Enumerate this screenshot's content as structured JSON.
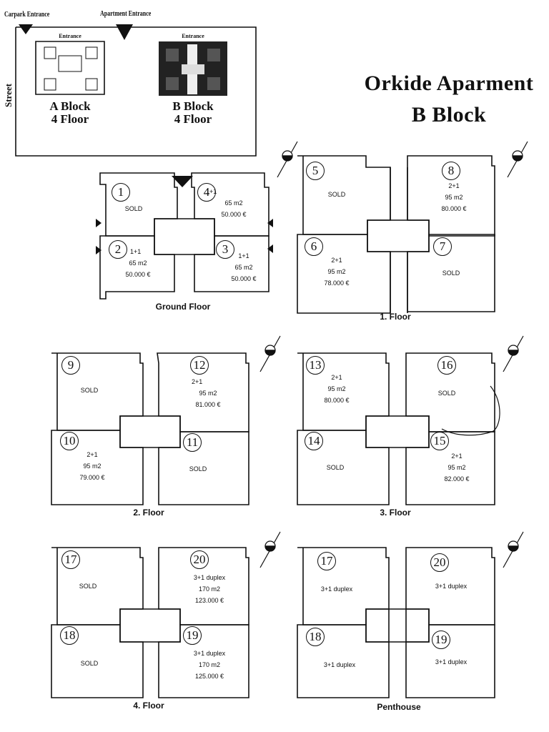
{
  "title": {
    "line1": "Orkide Aparment",
    "line2": "B Block"
  },
  "site": {
    "carpark_entrance": "Carpark Entrance",
    "apartment_entrance": "Apartment Entrance",
    "street": "Street",
    "block_a": {
      "entrance": "Entrance",
      "name": "A Block",
      "floors": "4 Floor"
    },
    "block_b": {
      "entrance": "Entrance",
      "name": "B Block",
      "floors": "4 Floor"
    }
  },
  "plans": {
    "ground": {
      "label": "Ground Floor",
      "units": [
        {
          "no": "1",
          "lines": [
            "SOLD"
          ]
        },
        {
          "no": "4",
          "lines": [
            "1+1",
            "65 m2",
            "50.000 €"
          ]
        },
        {
          "no": "2",
          "lines": [
            "1+1",
            "65 m2",
            "50.000 €"
          ]
        },
        {
          "no": "3",
          "lines": [
            "1+1",
            "65 m2",
            "50.000 €"
          ]
        }
      ]
    },
    "floor1": {
      "label": "1. Floor",
      "units": [
        {
          "no": "5",
          "lines": [
            "SOLD"
          ]
        },
        {
          "no": "8",
          "lines": [
            "2+1",
            "95 m2",
            "80.000 €"
          ]
        },
        {
          "no": "6",
          "lines": [
            "2+1",
            "95 m2",
            "78.000 €"
          ]
        },
        {
          "no": "7",
          "lines": [
            "SOLD"
          ]
        }
      ]
    },
    "floor2": {
      "label": "2. Floor",
      "units": [
        {
          "no": "9",
          "lines": [
            "SOLD"
          ]
        },
        {
          "no": "12",
          "lines": [
            "2+1",
            "95 m2",
            "81.000 €"
          ]
        },
        {
          "no": "10",
          "lines": [
            "2+1",
            "95 m2",
            "79.000 €"
          ]
        },
        {
          "no": "11",
          "lines": [
            "SOLD"
          ]
        }
      ]
    },
    "floor3": {
      "label": "3. Floor",
      "units": [
        {
          "no": "13",
          "lines": [
            "2+1",
            "95 m2",
            "80.000 €"
          ]
        },
        {
          "no": "16",
          "lines": [
            "SOLD"
          ]
        },
        {
          "no": "14",
          "lines": [
            "SOLD"
          ]
        },
        {
          "no": "15",
          "lines": [
            "2+1",
            "95 m2",
            "82.000 €"
          ]
        }
      ]
    },
    "floor4": {
      "label": "4. Floor",
      "units": [
        {
          "no": "17",
          "lines": [
            "SOLD"
          ]
        },
        {
          "no": "20",
          "lines": [
            "3+1 duplex",
            "170 m2",
            "123.000 €"
          ]
        },
        {
          "no": "18",
          "lines": [
            "SOLD"
          ]
        },
        {
          "no": "19",
          "lines": [
            "3+1 duplex",
            "170 m2",
            "125.000 €"
          ]
        }
      ]
    },
    "penthouse": {
      "label": "Penthouse",
      "units": [
        {
          "no": "17",
          "lines": [
            "3+1 duplex"
          ]
        },
        {
          "no": "20",
          "lines": [
            "3+1 duplex"
          ]
        },
        {
          "no": "18",
          "lines": [
            "3+1 duplex"
          ]
        },
        {
          "no": "19",
          "lines": [
            "3+1 duplex"
          ]
        }
      ]
    }
  }
}
